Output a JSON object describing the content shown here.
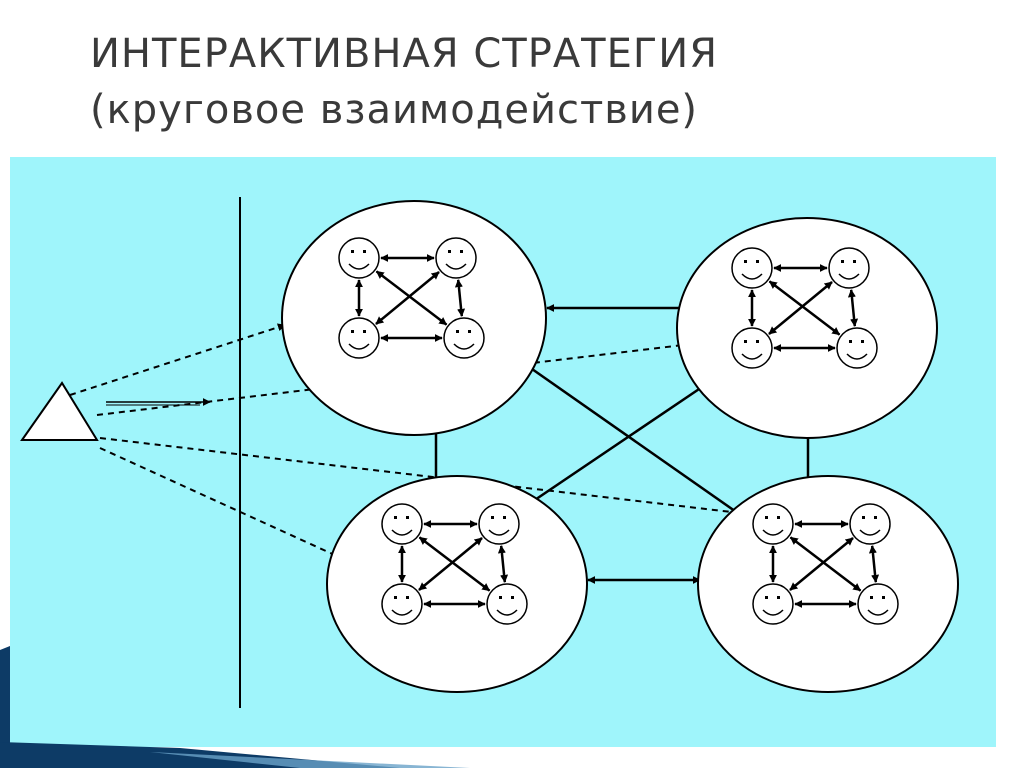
{
  "slide": {
    "title_line1": "ИНТЕРАКТИВНАЯ СТРАТЕГИЯ",
    "title_line2": "(круговое взаимодействие)"
  },
  "colors": {
    "panel_background": "#9ff5fb",
    "title_text": "#3a3a3a",
    "stroke": "#000000",
    "fill": "#ffffff",
    "corner_decoration": "#0d3b66"
  },
  "diagram": {
    "nodes": [
      {
        "id": "teacher",
        "shape": "triangle"
      },
      {
        "id": "group-top-left",
        "shape": "ellipse",
        "members": 4
      },
      {
        "id": "group-top-right",
        "shape": "ellipse",
        "members": 4
      },
      {
        "id": "group-bottom-left",
        "shape": "ellipse",
        "members": 4
      },
      {
        "id": "group-bottom-right",
        "shape": "ellipse",
        "members": 4
      }
    ],
    "member_icon": "smiley-face-icon",
    "teacher_links": [
      {
        "from": "teacher",
        "to": "group-top-left",
        "style": "dashed",
        "arrow": "end"
      },
      {
        "from": "teacher",
        "to": "group-top-right",
        "style": "dashed",
        "arrow": "end"
      },
      {
        "from": "teacher",
        "to": "group-bottom-left",
        "style": "dashed",
        "arrow": "end"
      },
      {
        "from": "teacher",
        "to": "group-bottom-right",
        "style": "dashed",
        "arrow": "end"
      }
    ],
    "group_links": [
      {
        "from": "group-top-left",
        "to": "group-top-right",
        "style": "solid",
        "arrow": "both"
      },
      {
        "from": "group-top-left",
        "to": "group-bottom-left",
        "style": "solid",
        "arrow": "both"
      },
      {
        "from": "group-top-left",
        "to": "group-bottom-right",
        "style": "solid",
        "arrow": "both"
      },
      {
        "from": "group-top-right",
        "to": "group-bottom-right",
        "style": "solid",
        "arrow": "both"
      },
      {
        "from": "group-top-right",
        "to": "group-bottom-left",
        "style": "solid",
        "arrow": "both"
      },
      {
        "from": "group-bottom-left",
        "to": "group-bottom-right",
        "style": "solid",
        "arrow": "both"
      }
    ],
    "internal_links": [
      {
        "from": "member-top-left",
        "to": "member-top-right",
        "arrow": "both"
      },
      {
        "from": "member-bottom-left",
        "to": "member-bottom-right",
        "arrow": "both"
      },
      {
        "from": "member-top-left",
        "to": "member-bottom-left",
        "arrow": "both"
      },
      {
        "from": "member-top-right",
        "to": "member-bottom-right",
        "arrow": "both"
      },
      {
        "from": "member-top-left",
        "to": "member-bottom-right",
        "arrow": "both"
      },
      {
        "from": "member-top-right",
        "to": "member-bottom-left",
        "arrow": "both"
      }
    ]
  }
}
